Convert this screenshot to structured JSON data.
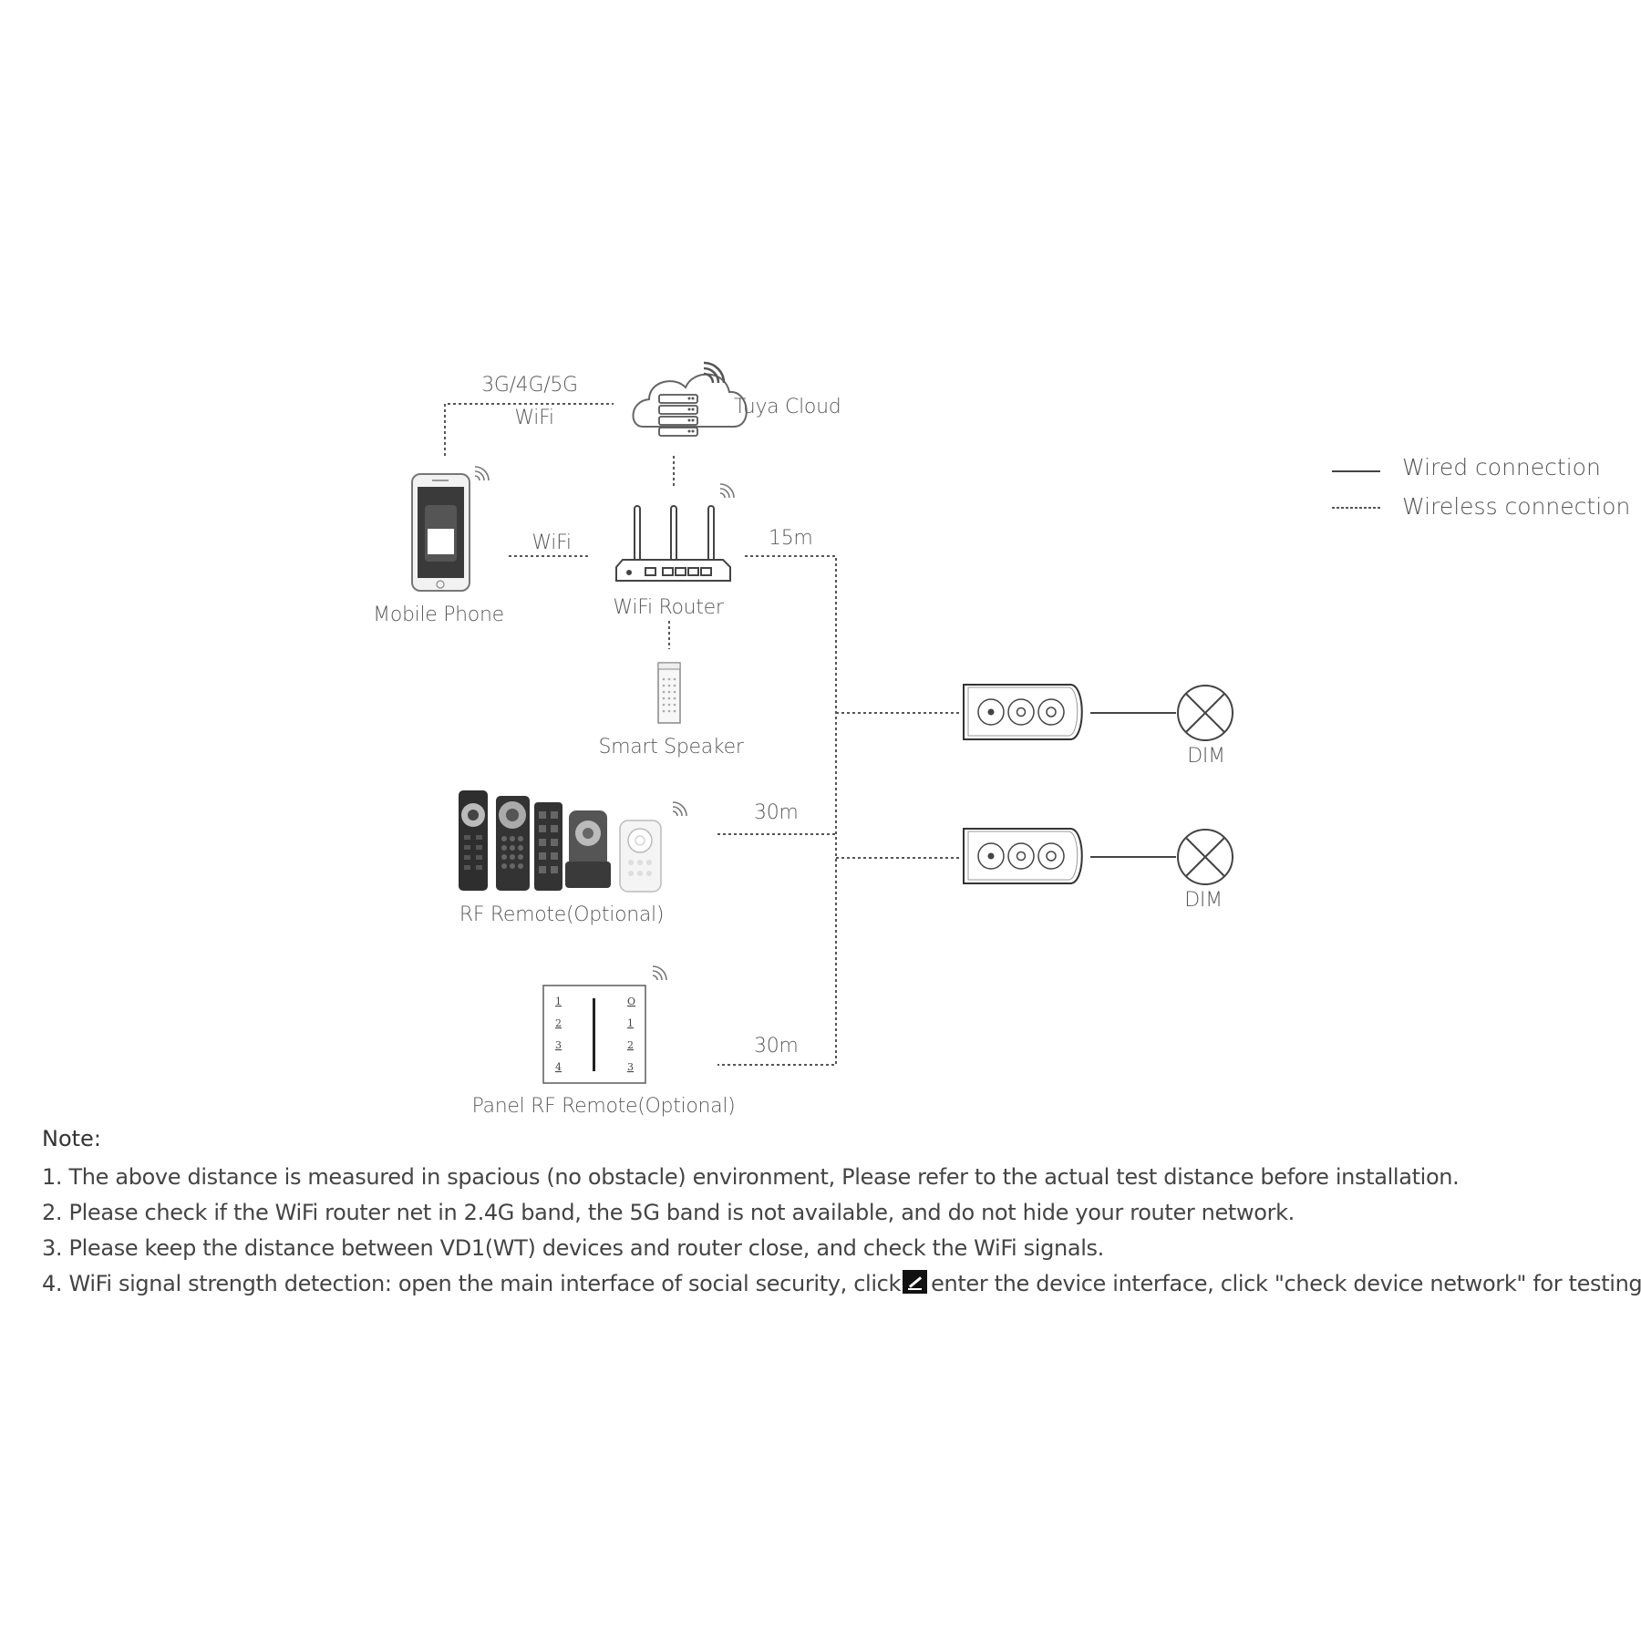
{
  "diagram": {
    "cloud_label": "Tuya Cloud",
    "cloud_link_label_1": "3G/4G/5G",
    "cloud_link_label_2": "WiFi",
    "phone_label": "Mobile Phone",
    "phone_router_link_label": "WiFi",
    "router_label": "WiFi Router",
    "router_distance": "15m",
    "speaker_label": "Smart Speaker",
    "rf_remote_label": "RF Remote(Optional)",
    "rf_remote_distance": "30m",
    "panel_label": "Panel RF Remote(Optional)",
    "panel_distance": "30m",
    "panel_keys_left": [
      "1",
      "2",
      "3",
      "4"
    ],
    "panel_keys_right": [
      "O",
      "1",
      "2",
      "3"
    ],
    "lamp1_label": "DIM",
    "lamp2_label": "DIM"
  },
  "legend": {
    "wired": "Wired connection",
    "wireless": "Wireless connection"
  },
  "notes": {
    "title": "Note:",
    "line1": "1. The above distance is measured in spacious (no obstacle) environment, Please refer to the actual test distance before installation.",
    "line2": "2. Please check if the WiFi router net in 2.4G band, the 5G band is not available, and do not hide your router network.",
    "line3": "3. Please keep the distance between VD1(WT) devices and router close, and check the WiFi signals.",
    "line4_before": "4. WiFi signal strength detection: open the main interface of social security, click",
    "line4_after": "enter the device interface, click \"check device network\" for testing."
  },
  "colors": {
    "line": "#555555",
    "text": "#5a5a5a",
    "remote_dark": "#2e2e2e"
  },
  "icons": [
    "cloud-icon",
    "server-icon",
    "wifi-signal-icon",
    "smartphone-icon",
    "router-icon",
    "smart-speaker-icon",
    "rf-remote-icon",
    "panel-remote-icon",
    "controller-icon",
    "lamp-icon",
    "edit-icon"
  ]
}
